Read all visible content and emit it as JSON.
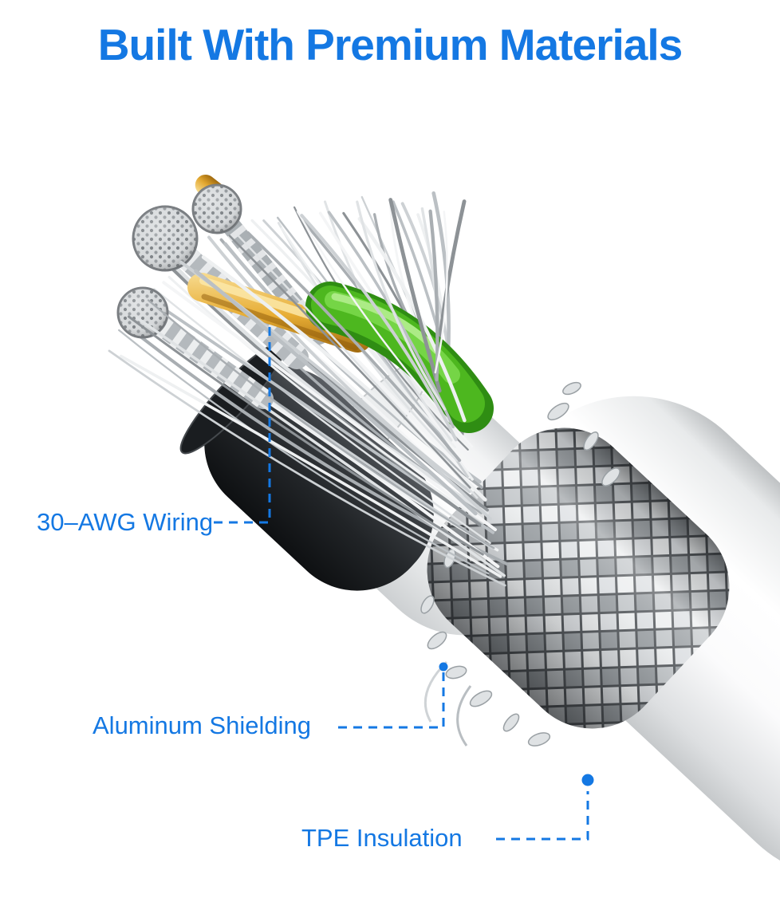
{
  "page": {
    "title": "Built With Premium Materials"
  },
  "callouts": [
    {
      "id": "wiring",
      "label": "30–AWG Wiring"
    },
    {
      "id": "shielding",
      "label": "Aluminum Shielding"
    },
    {
      "id": "insulation",
      "label": "TPE Insulation"
    }
  ],
  "colors": {
    "accent_blue": "#1478e3",
    "copper_gold": "#e2a72f",
    "wire_green": "#4db71f",
    "braid_silver": "#c9cdd1",
    "jacket_white": "#ffffff",
    "core_dark": "#24282b"
  }
}
